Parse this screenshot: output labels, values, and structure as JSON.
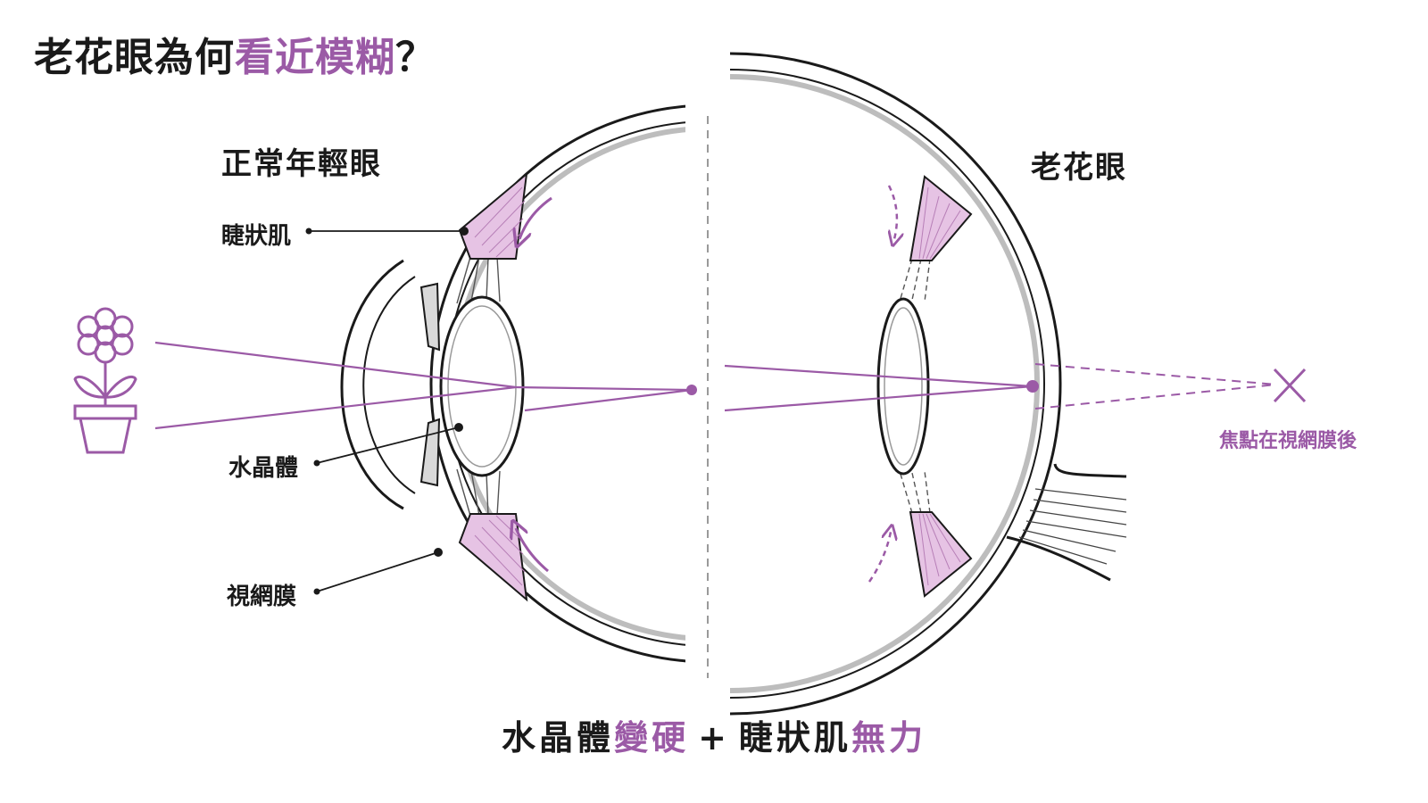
{
  "title": {
    "prefix": "老花眼為何",
    "accent": "看近模糊",
    "suffix": "？"
  },
  "left_eye": {
    "heading": "正常年輕眼",
    "labels": {
      "ciliary_muscle": "睫狀肌",
      "lens": "水晶體",
      "retina": "視網膜"
    }
  },
  "right_eye": {
    "heading": "老花眼",
    "focus_note": "焦點在視網膜後"
  },
  "bottom": {
    "part1": "水晶體",
    "accent1": "變硬",
    "plus": "+",
    "part2": "睫狀肌",
    "accent2": "無力"
  },
  "colors": {
    "accent": "#9b5aa6",
    "muscle": "#e6c3e4",
    "ink": "#1a1a1a",
    "grey": "#9a9a9a"
  },
  "icons": {
    "object": "flower-pot-icon",
    "focus_miss": "x-mark-icon"
  }
}
